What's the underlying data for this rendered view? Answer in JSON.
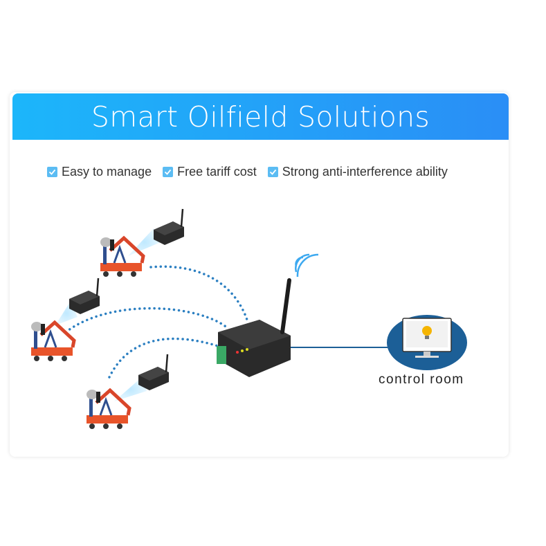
{
  "header": {
    "title": "Smart Oilfield Solutions"
  },
  "features": [
    {
      "label": "Easy to manage",
      "icon": "checkbox-checked-icon"
    },
    {
      "label": "Free tariff cost",
      "icon": "checkbox-checked-icon"
    },
    {
      "label": "Strong anti-interference ability",
      "icon": "checkbox-checked-icon"
    }
  ],
  "diagram": {
    "control_room_label": "control room"
  },
  "colors": {
    "header_start": "#1cb6fa",
    "header_end": "#2a8ef6",
    "dots": "#2b7fc1",
    "monitor_bg": "#1c5f97"
  }
}
